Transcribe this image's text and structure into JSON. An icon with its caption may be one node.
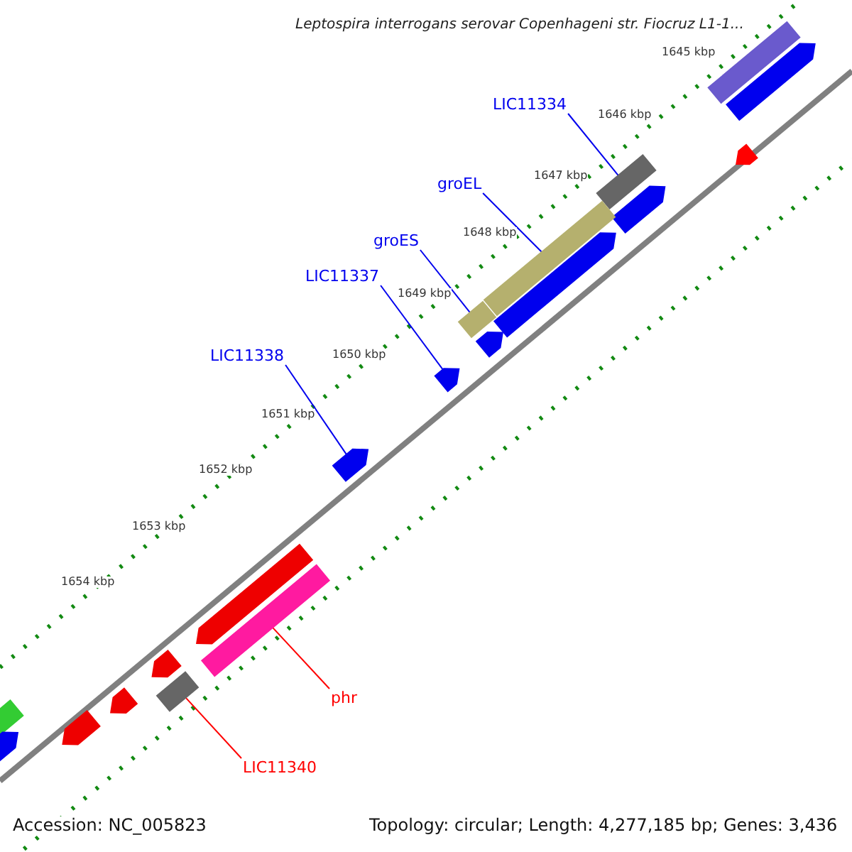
{
  "diagram": {
    "title": "Leptospira interrogans serovar Copenhageni str. Fiocruz L1-1...",
    "nodes": [
      {
        "text": [],
        "shape": "bar"
      },
      {
        "text": [],
        "shape": "arrow"
      },
      {
        "text": [
          "LIC11334"
        ]
      },
      {
        "text": [],
        "shape": "arrow"
      },
      {
        "text": [],
        "shape": "bar"
      },
      {
        "text": [],
        "shape": "arrow"
      },
      {
        "text": [
          "groEL"
        ]
      },
      {
        "text": [],
        "shape": "bar"
      },
      {
        "text": [
          "groES"
        ]
      },
      {
        "text": [],
        "shape": "arrow"
      },
      {
        "text": [
          "LIC11337"
        ]
      },
      {
        "text": [],
        "shape": "bar"
      },
      {
        "text": [],
        "shape": "arrow"
      },
      {
        "text": [
          "LIC11338"
        ]
      },
      {
        "text": [],
        "shape": "arrow"
      },
      {
        "text": [],
        "shape": "arrow"
      },
      {
        "text": [],
        "shape": "arrow"
      },
      {
        "text": [],
        "shape": "bar"
      },
      {
        "text": [],
        "shape": "arrow"
      },
      {
        "text": [
          "phr"
        ]
      },
      {
        "text": [],
        "shape": "bar"
      },
      {
        "text": [],
        "shape": "arrow"
      },
      {
        "text": [],
        "shape": "bar"
      },
      {
        "text": [],
        "shape": "arrow"
      },
      {
        "text": [],
        "shape": "arrow"
      },
      {
        "text": [
          "LIC11340"
        ]
      }
    ],
    "edges": [
      {
        "from": 2,
        "to": 4,
        "arrow": "none"
      },
      {
        "from": 6,
        "to": 7,
        "arrow": "none"
      },
      {
        "from": 8,
        "to": 11,
        "arrow": "none"
      },
      {
        "from": 10,
        "to": 14,
        "arrow": "none"
      },
      {
        "from": 13,
        "to": 15,
        "arrow": "none"
      },
      {
        "from": 19,
        "to": 17,
        "arrow": "none",
        "color": "#ff0000"
      },
      {
        "from": 25,
        "to": 20,
        "arrow": "none",
        "color": "#ff0000"
      }
    ],
    "labels": [
      "1645 kbp",
      "1646 kbp",
      "1647 kbp",
      "1648 kbp",
      "1649 kbp",
      "1650 kbp",
      "1651 kbp",
      "1652 kbp",
      "1653 kbp",
      "1654 kbp",
      "Accession: NC_005823",
      "Topology: circular; Length: 4,277,185 bp; Genes: 3,436"
    ]
  }
}
